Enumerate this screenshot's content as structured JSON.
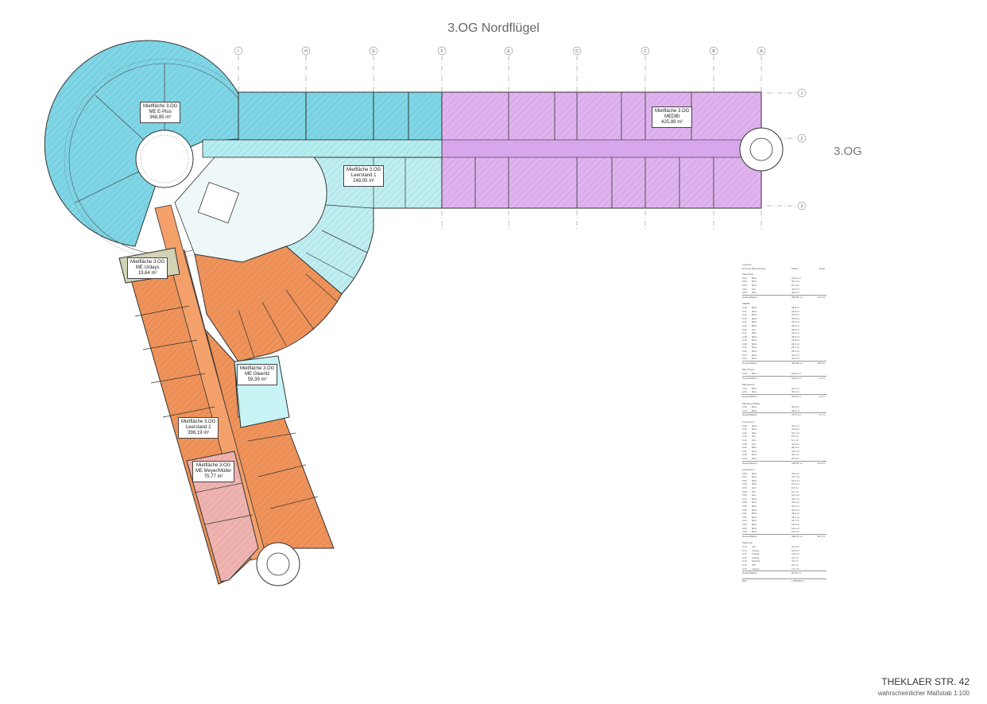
{
  "title": "3.OG Nordflügel",
  "floor_label_right": "3.OG",
  "address": "THEKLAER STR. 42",
  "scale_note": "wahrscheinlicher Maßstab 1:100",
  "axes_top": [
    "I",
    "H",
    "G",
    "F",
    "E",
    "D",
    "C",
    "B",
    "A"
  ],
  "axes_right": [
    "1",
    "2",
    "3"
  ],
  "colors": {
    "medbi": "#e0b3f0",
    "eplus": "#7fd6e6",
    "leerstand1": "#bfeef2",
    "leerstand2": "#f0935a",
    "urdays": "#d2d2b4",
    "gleeritz": "#c8f4f6",
    "meyer": "#f0b4b0",
    "corridor": "#b4eef0"
  },
  "units": [
    {
      "id": "eplus",
      "lines": [
        "Mietfläche 3.OG",
        "ME E-Plus",
        "368,85 m²"
      ]
    },
    {
      "id": "medbi",
      "lines": [
        "Mietfläche 3.OG",
        "MEDBI",
        "425,89 m²"
      ]
    },
    {
      "id": "leer1",
      "lines": [
        "Mietfläche 3.OG",
        "Leerstand 1",
        "248,05 m²"
      ]
    },
    {
      "id": "urdays",
      "lines": [
        "Mietfläche 3.OG",
        "ME Urdays",
        "19,64 m²"
      ]
    },
    {
      "id": "gleeritz",
      "lines": [
        "Mietfläche 3.OG",
        "ME Gleeritz",
        "59,39 m²"
      ]
    },
    {
      "id": "leer2",
      "lines": [
        "Mietfläche 3.OG",
        "Leerstand 2",
        "398,19 m²"
      ]
    },
    {
      "id": "meyer",
      "lines": [
        "Mietfläche 3.OG",
        "ME Meyer/Müller",
        "75,77 m²"
      ]
    }
  ],
  "legend": {
    "title": "Legende",
    "headers": [
      "Nummer",
      "Bezeichnung",
      "Fläche",
      "Anteil"
    ],
    "groups": [
      {
        "name": "ME E-Plus",
        "rows": [
          [
            "3.01",
            "Büro",
            "123,1 m²",
            ""
          ],
          [
            "3.02",
            "Büro",
            "92,4 m²",
            ""
          ],
          [
            "3.03",
            "Büro",
            "61,3 m²",
            ""
          ],
          [
            "3.04",
            "Flur",
            "42,5 m²",
            ""
          ],
          [
            "3.05",
            "Büro",
            "49,6 m²",
            ""
          ]
        ],
        "total": [
          "Gesamtfläche",
          "368,85 m²",
          "24,9 %"
        ]
      },
      {
        "name": "MEDBI",
        "rows": [
          [
            "3.10",
            "Büro",
            "28,8 m²",
            ""
          ],
          [
            "3.11",
            "Büro",
            "24,9 m²",
            ""
          ],
          [
            "3.12",
            "Büro",
            "25,3 m²",
            ""
          ],
          [
            "3.13",
            "Büro",
            "25,0 m²",
            ""
          ],
          [
            "3.14",
            "Büro",
            "26,9 m²",
            ""
          ],
          [
            "3.15",
            "Büro",
            "28,3 m²",
            ""
          ],
          [
            "3.16",
            "Flur",
            "66,6 m²",
            ""
          ],
          [
            "3.17",
            "Büro",
            "24,3 m²",
            ""
          ],
          [
            "3.18",
            "Büro",
            "25,0 m²",
            ""
          ],
          [
            "3.19",
            "Büro",
            "24,8 m²",
            ""
          ],
          [
            "3.20",
            "Büro",
            "24,6 m²",
            ""
          ],
          [
            "3.21",
            "Büro",
            "25,7 m²",
            ""
          ],
          [
            "3.22",
            "Büro",
            "25,2 m²",
            ""
          ],
          [
            "3.23",
            "Büro",
            "26,1 m²",
            ""
          ],
          [
            "3.24",
            "Büro",
            "24,4 m²",
            ""
          ]
        ],
        "total": [
          "Gesamtfläche",
          "425,89 m²",
          "28,8 %"
        ]
      },
      {
        "name": "ME Urdays",
        "rows": [
          [
            "3.30",
            "Büro",
            "19,64 m²",
            ""
          ]
        ],
        "total": [
          "Gesamtfläche",
          "19,64 m²",
          "1,3 %"
        ]
      },
      {
        "name": "ME Gleeritz",
        "rows": [
          [
            "3.31",
            "Büro",
            "24,0 m²",
            ""
          ],
          [
            "3.32",
            "Büro",
            "35,4 m²",
            ""
          ]
        ],
        "total": [
          "Gesamtfläche",
          "59,39 m²",
          "4,0 %"
        ]
      },
      {
        "name": "ME Meyer/Müller",
        "rows": [
          [
            "3.33",
            "Büro",
            "40,8 m²",
            ""
          ],
          [
            "3.34",
            "Büro",
            "35,0 m²",
            ""
          ]
        ],
        "total": [
          "Gesamtfläche",
          "75,77 m²",
          "5,1 %"
        ]
      },
      {
        "name": "Leerstand 1",
        "rows": [
          [
            "3.40",
            "Büro",
            "30,2 m²",
            ""
          ],
          [
            "3.41",
            "Büro",
            "22,8 m²",
            ""
          ],
          [
            "3.42",
            "Büro",
            "18,7 m²",
            ""
          ],
          [
            "3.43",
            "WC",
            "6,5 m²",
            ""
          ],
          [
            "3.44",
            "WC",
            "6,1 m²",
            ""
          ],
          [
            "3.45",
            "Flur",
            "43,5 m²",
            ""
          ],
          [
            "3.46",
            "Büro",
            "28,4 m²",
            ""
          ],
          [
            "3.47",
            "Büro",
            "24,9 m²",
            ""
          ],
          [
            "3.48",
            "Büro",
            "32,1 m²",
            ""
          ],
          [
            "3.49",
            "Büro",
            "34,8 m²",
            ""
          ]
        ],
        "total": [
          "Gesamtfläche",
          "248,05 m²",
          "16,8 %"
        ]
      },
      {
        "name": "Leerstand 2",
        "rows": [
          [
            "3.50",
            "Büro",
            "26,3 m²",
            ""
          ],
          [
            "3.51",
            "Büro",
            "25,7 m²",
            ""
          ],
          [
            "3.52",
            "Büro",
            "24,9 m²",
            ""
          ],
          [
            "3.53",
            "Büro",
            "27,0 m²",
            ""
          ],
          [
            "3.54",
            "WC",
            "5,8 m²",
            ""
          ],
          [
            "3.55",
            "WC",
            "5,6 m²",
            ""
          ],
          [
            "3.56",
            "Flur",
            "62,4 m²",
            ""
          ],
          [
            "3.57",
            "Büro",
            "25,1 m²",
            ""
          ],
          [
            "3.58",
            "Büro",
            "26,4 m²",
            ""
          ],
          [
            "3.59",
            "Büro",
            "24,2 m²",
            ""
          ],
          [
            "3.60",
            "Büro",
            "25,6 m²",
            ""
          ],
          [
            "3.61",
            "Büro",
            "28,9 m²",
            ""
          ],
          [
            "3.62",
            "Büro",
            "26,1 m²",
            ""
          ],
          [
            "3.63",
            "Büro",
            "24,7 m²",
            ""
          ],
          [
            "3.64",
            "Büro",
            "21,8 m²",
            ""
          ],
          [
            "3.65",
            "Büro",
            "18,1 m²",
            ""
          ],
          [
            "3.66",
            "Büro",
            "15,6 m²",
            ""
          ]
        ],
        "total": [
          "Gesamtfläche",
          "398,19 m²",
          "26,9 %"
        ]
      },
      {
        "name": "Allgemein",
        "rows": [
          [
            "3.70",
            "Flur",
            "27,0 m²",
            ""
          ],
          [
            "3.71",
            "Treppe",
            "18,5 m²",
            ""
          ],
          [
            "3.72",
            "Treppe",
            "16,9 m²",
            ""
          ],
          [
            "3.73",
            "Aufzug",
            "4,2 m²",
            ""
          ],
          [
            "3.74",
            "Technik",
            "3,8 m²",
            ""
          ],
          [
            "3.75",
            "WC",
            "5,9 m²",
            ""
          ],
          [
            "3.76",
            "Treppe",
            "14,7 m²",
            ""
          ]
        ],
        "total": [
          "Gesamtfläche",
          "90,90 m²",
          ""
        ]
      }
    ],
    "grand_total": [
      "BGF",
      "1.686,68 m²",
      ""
    ]
  }
}
